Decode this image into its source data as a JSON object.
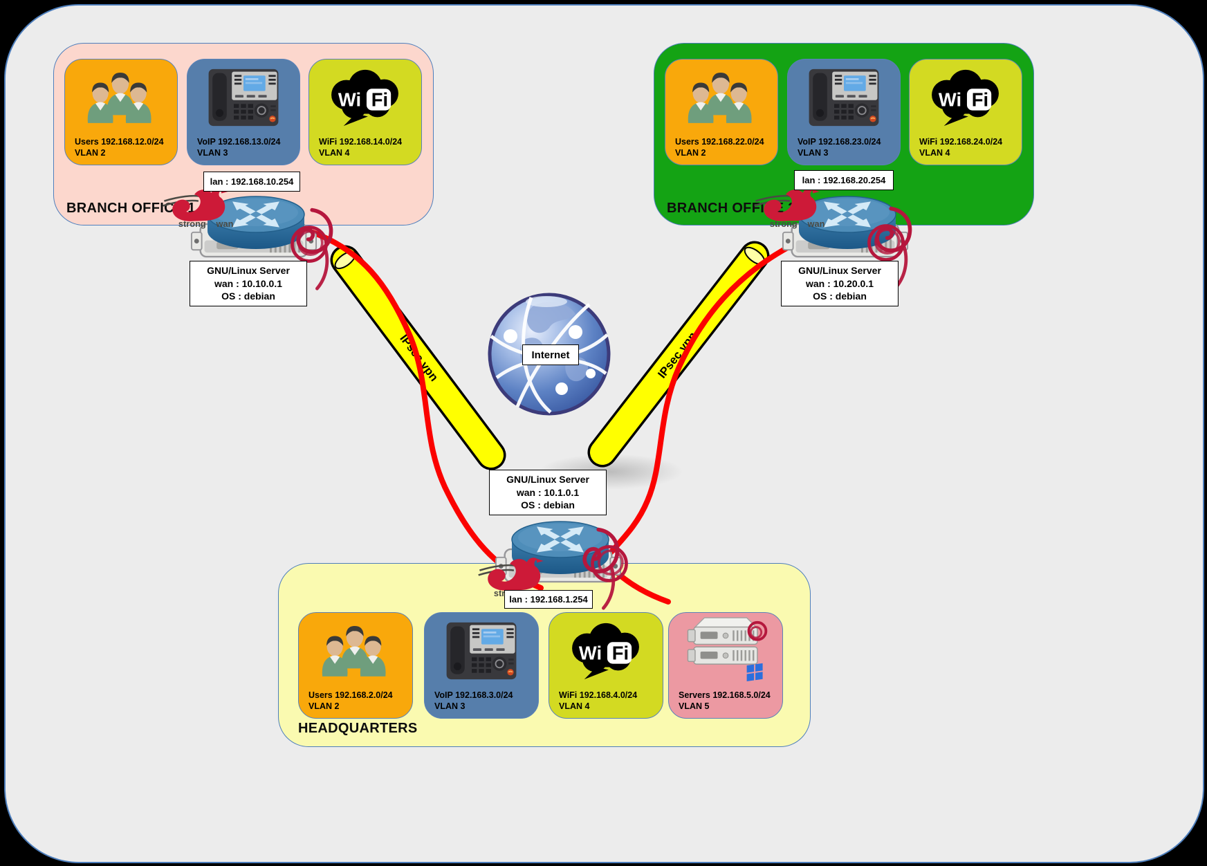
{
  "sites": [
    {
      "title": "BRANCH OFFICE 1",
      "lan": "lan : 192.168.10.254",
      "server": {
        "line1": "GNU/Linux Server",
        "line2": "wan : 10.10.0.1",
        "line3": "OS : debian"
      },
      "segments": [
        {
          "name": "users",
          "line1": "Users 192.168.12.0/24",
          "line2": "VLAN 2"
        },
        {
          "name": "voip",
          "line1": "VoIP 192.168.13.0/24",
          "line2": "VLAN 3"
        },
        {
          "name": "wifi",
          "line1": "WiFi 192.168.14.0/24",
          "line2": "VLAN 4"
        }
      ]
    },
    {
      "title": "BRANCH OFFICE 2",
      "lan": "lan : 192.168.20.254",
      "server": {
        "line1": "GNU/Linux Server",
        "line2": "wan : 10.20.0.1",
        "line3": "OS : debian"
      },
      "segments": [
        {
          "name": "users",
          "line1": "Users 192.168.22.0/24",
          "line2": "VLAN 2"
        },
        {
          "name": "voip",
          "line1": "VoIP 192.168.23.0/24",
          "line2": "VLAN 3"
        },
        {
          "name": "wifi",
          "line1": "WiFi 192.168.24.0/24",
          "line2": "VLAN 4"
        }
      ]
    },
    {
      "title": "HEADQUARTERS",
      "lan": "lan : 192.168.1.254",
      "server": {
        "line1": "GNU/Linux Server",
        "line2": "wan : 10.1.0.1",
        "line3": "OS : debian"
      },
      "segments": [
        {
          "name": "users",
          "line1": "Users 192.168.2.0/24",
          "line2": "VLAN 2"
        },
        {
          "name": "voip",
          "line1": "VoIP 192.168.3.0/24",
          "line2": "VLAN 3"
        },
        {
          "name": "wifi",
          "line1": "WiFi 192.168.4.0/24",
          "line2": "VLAN 4"
        },
        {
          "name": "servers",
          "line1": "Servers 192.168.5.0/24",
          "line2": "VLAN 5"
        }
      ]
    }
  ],
  "internet": {
    "label": "Internet"
  },
  "vpn": {
    "left_label": "IPsec vpn",
    "right_label": "IPsec vpn"
  },
  "logos": {
    "strongswan_prefix": "strong",
    "strongswan_suffix": "wan"
  },
  "wifi_logo": {
    "wi": "Wi",
    "fi": "Fi"
  },
  "colors": {
    "board_bg": "#ececec",
    "board_border": "#4d7ebc",
    "branch1_bg": "#fcd7cd",
    "branch2_bg": "#14a314",
    "hq_bg": "#fafab0",
    "users_bg": "#f9a80b",
    "voip_bg": "#567eab",
    "wifi_bg": "#d3da22",
    "servers_bg": "#ec99a2",
    "vpn_tube": "#ffff00",
    "vpn_line": "#fb0200",
    "debian_red": "#b5173d",
    "router_blue": "#4e8db9"
  },
  "icons": {
    "users": "three-users-icon",
    "voip": "desk-phone-icon",
    "wifi": "wifi-cloud-icon",
    "servers": "server-stack-icon",
    "router": "router-cylinder-icon",
    "chassis": "server-chassis-icon",
    "strongswan": "strongswan-swan-icon",
    "debian": "debian-swirl-icon",
    "port_highlight": "hand-drawn-circle-icon",
    "internet": "globe-icon",
    "windows": "windows-logo-icon"
  }
}
